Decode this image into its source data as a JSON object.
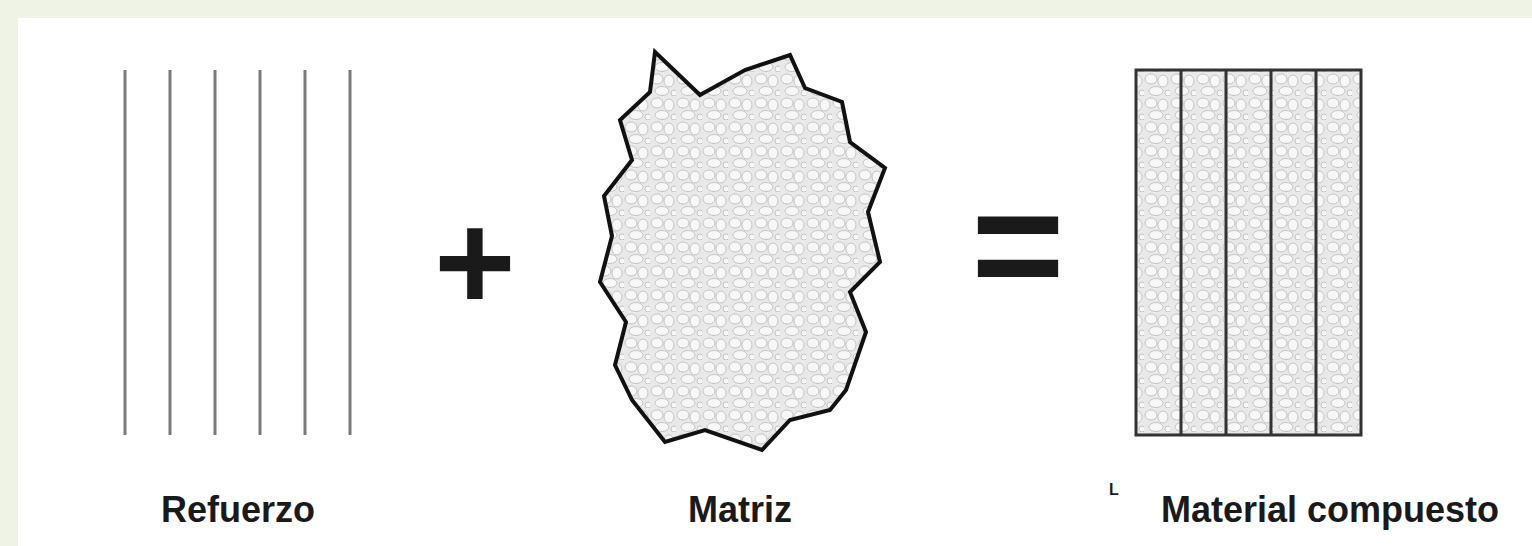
{
  "diagram": {
    "labels": [
      "Refuerzo",
      "+",
      "Matriz",
      "=",
      "L",
      "Material compuesto"
    ]
  }
}
